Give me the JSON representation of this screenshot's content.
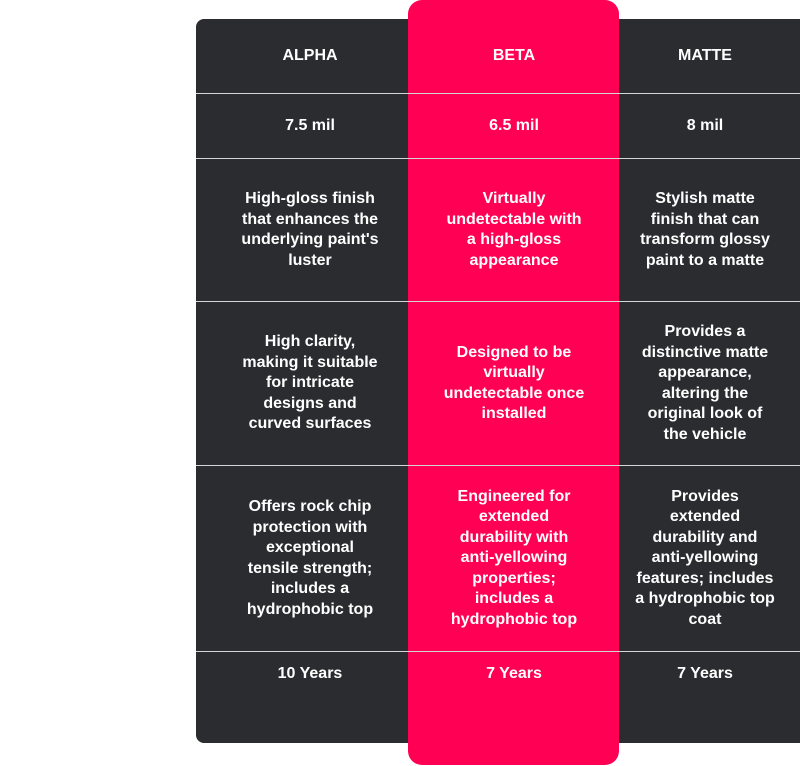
{
  "columns": [
    {
      "header": "ALPHA",
      "thickness": "7.5 mil",
      "finish": "High-gloss finish\nthat enhances the\nunderlying paint's\nluster",
      "clarity": "High clarity,\nmaking it suitable\nfor intricate\ndesigns and\ncurved surfaces",
      "protection": "Offers rock chip\nprotection with\nexceptional\ntensile strength;\nincludes a\nhydrophobic top",
      "warranty": "10 Years"
    },
    {
      "header": "BETA",
      "thickness": "6.5 mil",
      "finish": "Virtually\nundetectable with\na high-gloss\nappearance",
      "clarity": "Designed to be\nvirtually\nundetectable once\ninstalled",
      "protection": "Engineered for\nextended\ndurability with\nanti-yellowing\nproperties;\nincludes a\nhydrophobic top",
      "warranty": "7  Years"
    },
    {
      "header": "MATTE",
      "thickness": "8 mil",
      "finish": "Stylish matte\nfinish that can\ntransform glossy\npaint to a matte",
      "clarity": "Provides a\ndistinctive matte\nappearance,\naltering the\noriginal look of\nthe vehicle",
      "protection": "Provides\nextended\ndurability and\nanti-yellowing\nfeatures; includes\na hydrophobic top\ncoat",
      "warranty": "7 Years"
    }
  ],
  "colors": {
    "panel": "#2a2c2f",
    "highlight": "#ff0054",
    "text": "#ffffff",
    "divider": "#d6d6d8"
  }
}
